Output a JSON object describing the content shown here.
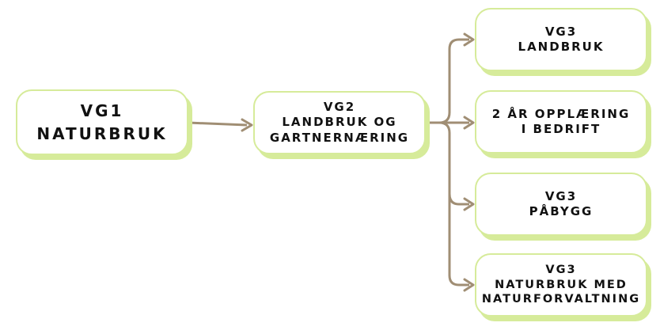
{
  "diagram": {
    "colors": {
      "box_border": "#d6eb9a",
      "box_shadow": "#d6eb9a",
      "connector": "#a08e74",
      "text": "#111111"
    },
    "nodes": {
      "vg1": {
        "lines": [
          "VG1",
          "NATURBRUK"
        ]
      },
      "vg2": {
        "lines": [
          "VG2",
          "LANDBRUK OG",
          "GARTNERNÆRING"
        ]
      },
      "landbruk": {
        "lines": [
          "VG3",
          "LANDBRUK"
        ]
      },
      "bedrift": {
        "lines": [
          "2 ÅR OPPLÆRING",
          "I BEDRIFT"
        ]
      },
      "pabygg": {
        "lines": [
          "VG3",
          "PÅBYGG"
        ]
      },
      "naturforvaltning": {
        "lines": [
          "VG3",
          "NATURBRUK MED",
          "NATURFORVALTNING"
        ]
      }
    },
    "edges": [
      {
        "from": "vg1",
        "to": "vg2"
      },
      {
        "from": "vg2",
        "to": "landbruk"
      },
      {
        "from": "vg2",
        "to": "bedrift"
      },
      {
        "from": "vg2",
        "to": "pabygg"
      },
      {
        "from": "vg2",
        "to": "naturforvaltning"
      }
    ]
  }
}
